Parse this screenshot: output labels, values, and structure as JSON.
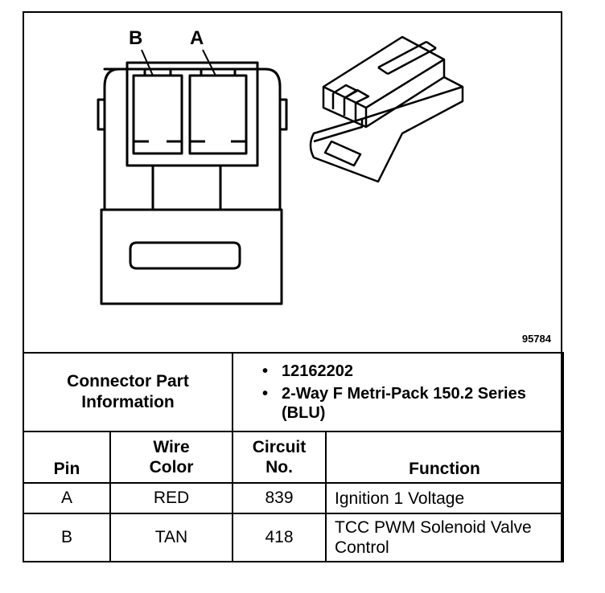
{
  "illustration": {
    "pin_label_b": "B",
    "pin_label_a": "A",
    "figure_number": "95784"
  },
  "connector_part_information": {
    "label_line1": "Connector Part",
    "label_line2": "Information",
    "items": [
      "12162202",
      "2-Way F Metri-Pack 150.2 Series (BLU)"
    ]
  },
  "table": {
    "headers": {
      "pin": "Pin",
      "wire_color_line1": "Wire",
      "wire_color_line2": "Color",
      "circuit_line1": "Circuit",
      "circuit_line2": "No.",
      "function": "Function"
    },
    "rows": [
      {
        "pin": "A",
        "wire_color": "RED",
        "circuit": "839",
        "function": "Ignition 1 Voltage"
      },
      {
        "pin": "B",
        "wire_color": "TAN",
        "circuit": "418",
        "function": "TCC PWM Solenoid Valve Control"
      }
    ]
  }
}
